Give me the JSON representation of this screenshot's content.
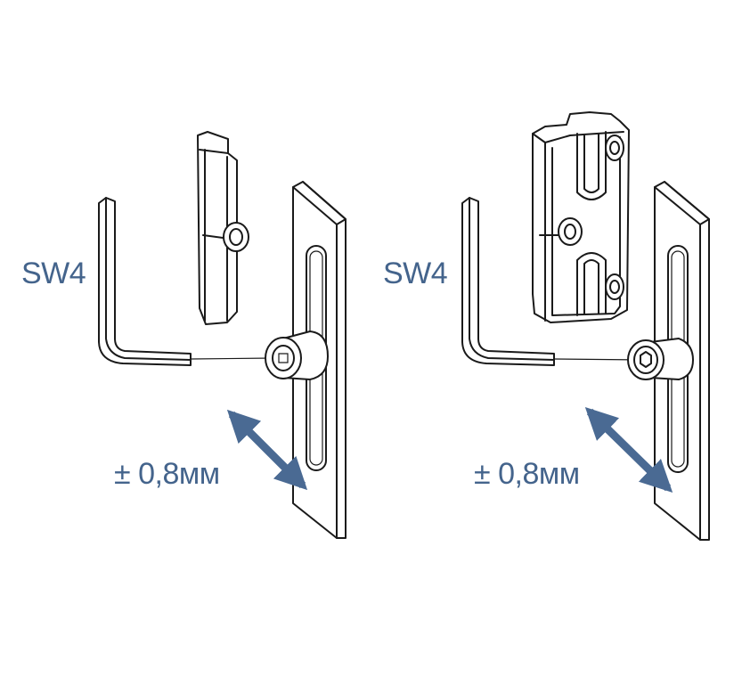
{
  "colors": {
    "label": "#44648c",
    "arrow": "#4a6a93",
    "line": "#1a1a1a",
    "background": "#ffffff"
  },
  "left": {
    "tool_label": "SW4",
    "adjust_label": "± 0,8мм"
  },
  "right": {
    "tool_label": "SW4",
    "adjust_label": "± 0,8мм"
  }
}
